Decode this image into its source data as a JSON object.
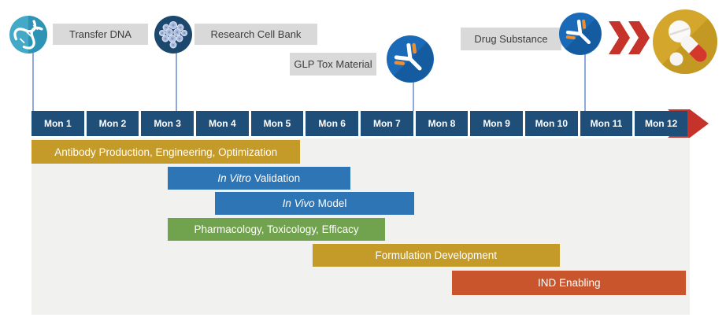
{
  "colors": {
    "timeline_blue": "#1F4E79",
    "bar_blue": "#2E75B6",
    "bar_gold": "#C49A28",
    "bar_green": "#71A24E",
    "bar_orange": "#C8552C",
    "panel_gray": "#F1F1EF",
    "tag_gray": "#D9D9D9",
    "connector_blue": "#8EA9DB",
    "arrow_red": "#C5332B",
    "dna_icon_blue": "#44A9C7",
    "cell_bank_navy": "#1D486E",
    "antibody_icon_blue": "#1A6AB8",
    "pills_icon_gold": "#D4A72C"
  },
  "chart_data": {
    "type": "gantt",
    "x_axis": {
      "unit": "month",
      "range": [
        0,
        12
      ],
      "labels": [
        "Mon 1",
        "Mon 2",
        "Mon 3",
        "Mon 4",
        "Mon 5",
        "Mon 6",
        "Mon 7",
        "Mon 8",
        "Mon 9",
        "Mon 10",
        "Mon 11",
        "Mon 12"
      ]
    },
    "milestones": [
      {
        "label": "Transfer DNA",
        "icon": "dna-icon",
        "month": 0
      },
      {
        "label": "Research Cell Bank",
        "icon": "cell-bank-icon",
        "month": 2.7
      },
      {
        "label": "GLP Tox Material",
        "icon": "antibody-icon",
        "month": 7
      },
      {
        "label": "Drug Substance",
        "icon": "antibody-icon",
        "month": 10.1
      }
    ],
    "tasks": [
      {
        "name": "antibody-production",
        "italic_prefix": "",
        "label": "Antibody Production, Engineering, Optimization",
        "start": 0,
        "end": 4.9,
        "color": "#C49A28"
      },
      {
        "name": "in-vitro-validation",
        "italic_prefix": "In Vitro",
        "label": "Validation",
        "start": 2.48,
        "end": 5.81,
        "color": "#2E75B6"
      },
      {
        "name": "in-vivo-model",
        "italic_prefix": "In Vivo",
        "label": "Model",
        "start": 3.35,
        "end": 6.97,
        "color": "#2E75B6"
      },
      {
        "name": "pharmacology-toxicology-efficacy",
        "italic_prefix": "",
        "label": "Pharmacology, Toxicology, Efficacy",
        "start": 2.48,
        "end": 6.45,
        "color": "#71A24E"
      },
      {
        "name": "formulation-development",
        "italic_prefix": "",
        "label": "Formulation Development",
        "start": 5.12,
        "end": 9.63,
        "color": "#C49A28"
      },
      {
        "name": "ind-enabling",
        "italic_prefix": "",
        "label": "IND Enabling",
        "start": 7.67,
        "end": 11.93,
        "color": "#C8552C"
      }
    ],
    "end_markers": [
      "double-chevron-right-icon",
      "pills-icon"
    ]
  }
}
